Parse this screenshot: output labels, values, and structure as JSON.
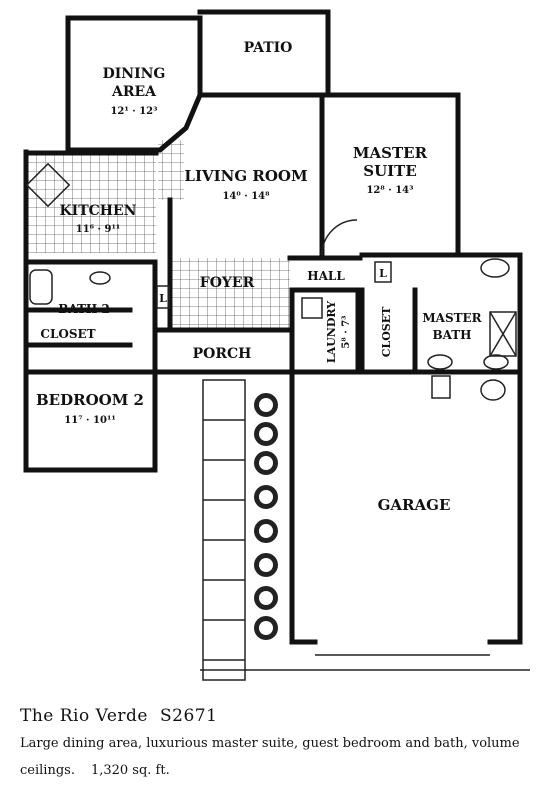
{
  "plan": {
    "rooms": {
      "dining": {
        "name_1": "DINING",
        "name_2": "AREA",
        "dims": "12¹ · 12³"
      },
      "patio": {
        "name": "PATIO"
      },
      "living": {
        "name": "LIVING ROOM",
        "dims": "14⁰ · 14⁸"
      },
      "master_suite": {
        "name_1": "MASTER",
        "name_2": "SUITE",
        "dims": "12⁸ · 14³"
      },
      "kitchen": {
        "name": "KITCHEN",
        "dims": "11⁶ · 9¹¹"
      },
      "foyer": {
        "name": "FOYER"
      },
      "hall": {
        "name": "HALL"
      },
      "linen_1": {
        "name": "L"
      },
      "linen_2": {
        "name": "L"
      },
      "bath2": {
        "name": "BATH 2"
      },
      "closet_1": {
        "name": "CLOSET"
      },
      "laundry": {
        "name": "LAUNDRY",
        "dims": "5⁸ · 7³"
      },
      "closet_2": {
        "name": "CLOSET"
      },
      "master_bath": {
        "name_1": "MASTER",
        "name_2": "BATH"
      },
      "porch": {
        "name": "PORCH"
      },
      "bedroom2": {
        "name": "BEDROOM 2",
        "dims": "11⁷ · 10¹¹"
      },
      "garage": {
        "name": "GARAGE"
      }
    }
  },
  "caption": {
    "title": "The Rio Verde",
    "code": "S2671",
    "description": "Large dining area, luxurious master suite, guest bedroom and bath, volume ceilings.",
    "sqft": "1,320 sq. ft."
  }
}
